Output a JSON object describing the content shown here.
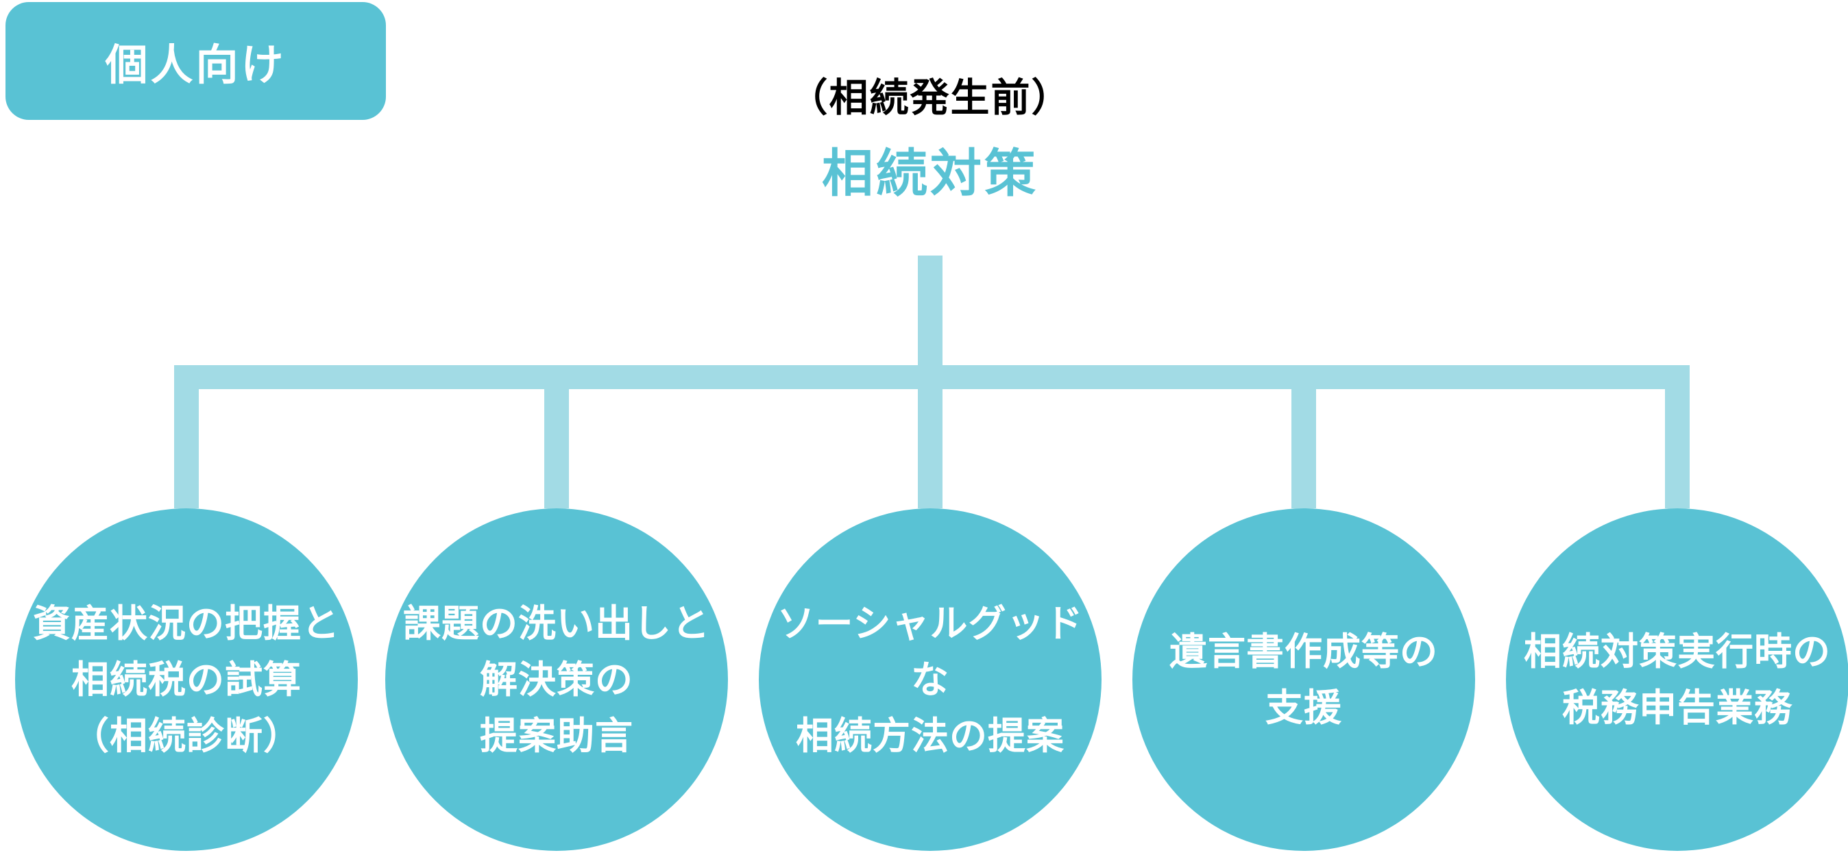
{
  "colors": {
    "teal": "#59C2D4",
    "light_line": "#A2DBE5",
    "text_white": "#FFFFFF",
    "text_black": "#000000",
    "bg": "#FFFFFF"
  },
  "badge": {
    "label": "個人向け"
  },
  "header": {
    "subtitle": "（相続発生前）",
    "title": "相続対策"
  },
  "nodes": [
    {
      "lines": [
        "資産状況の把握と",
        "相続税の試算",
        "（相続診断）"
      ]
    },
    {
      "lines": [
        "課題の洗い出しと",
        "解決策の",
        "提案助言"
      ]
    },
    {
      "lines": [
        "ソーシャルグッドな",
        "相続方法の提案"
      ]
    },
    {
      "lines": [
        "遺言書作成等の",
        "支援"
      ]
    },
    {
      "lines": [
        "相続対策実行時の",
        "税務申告業務"
      ]
    }
  ]
}
